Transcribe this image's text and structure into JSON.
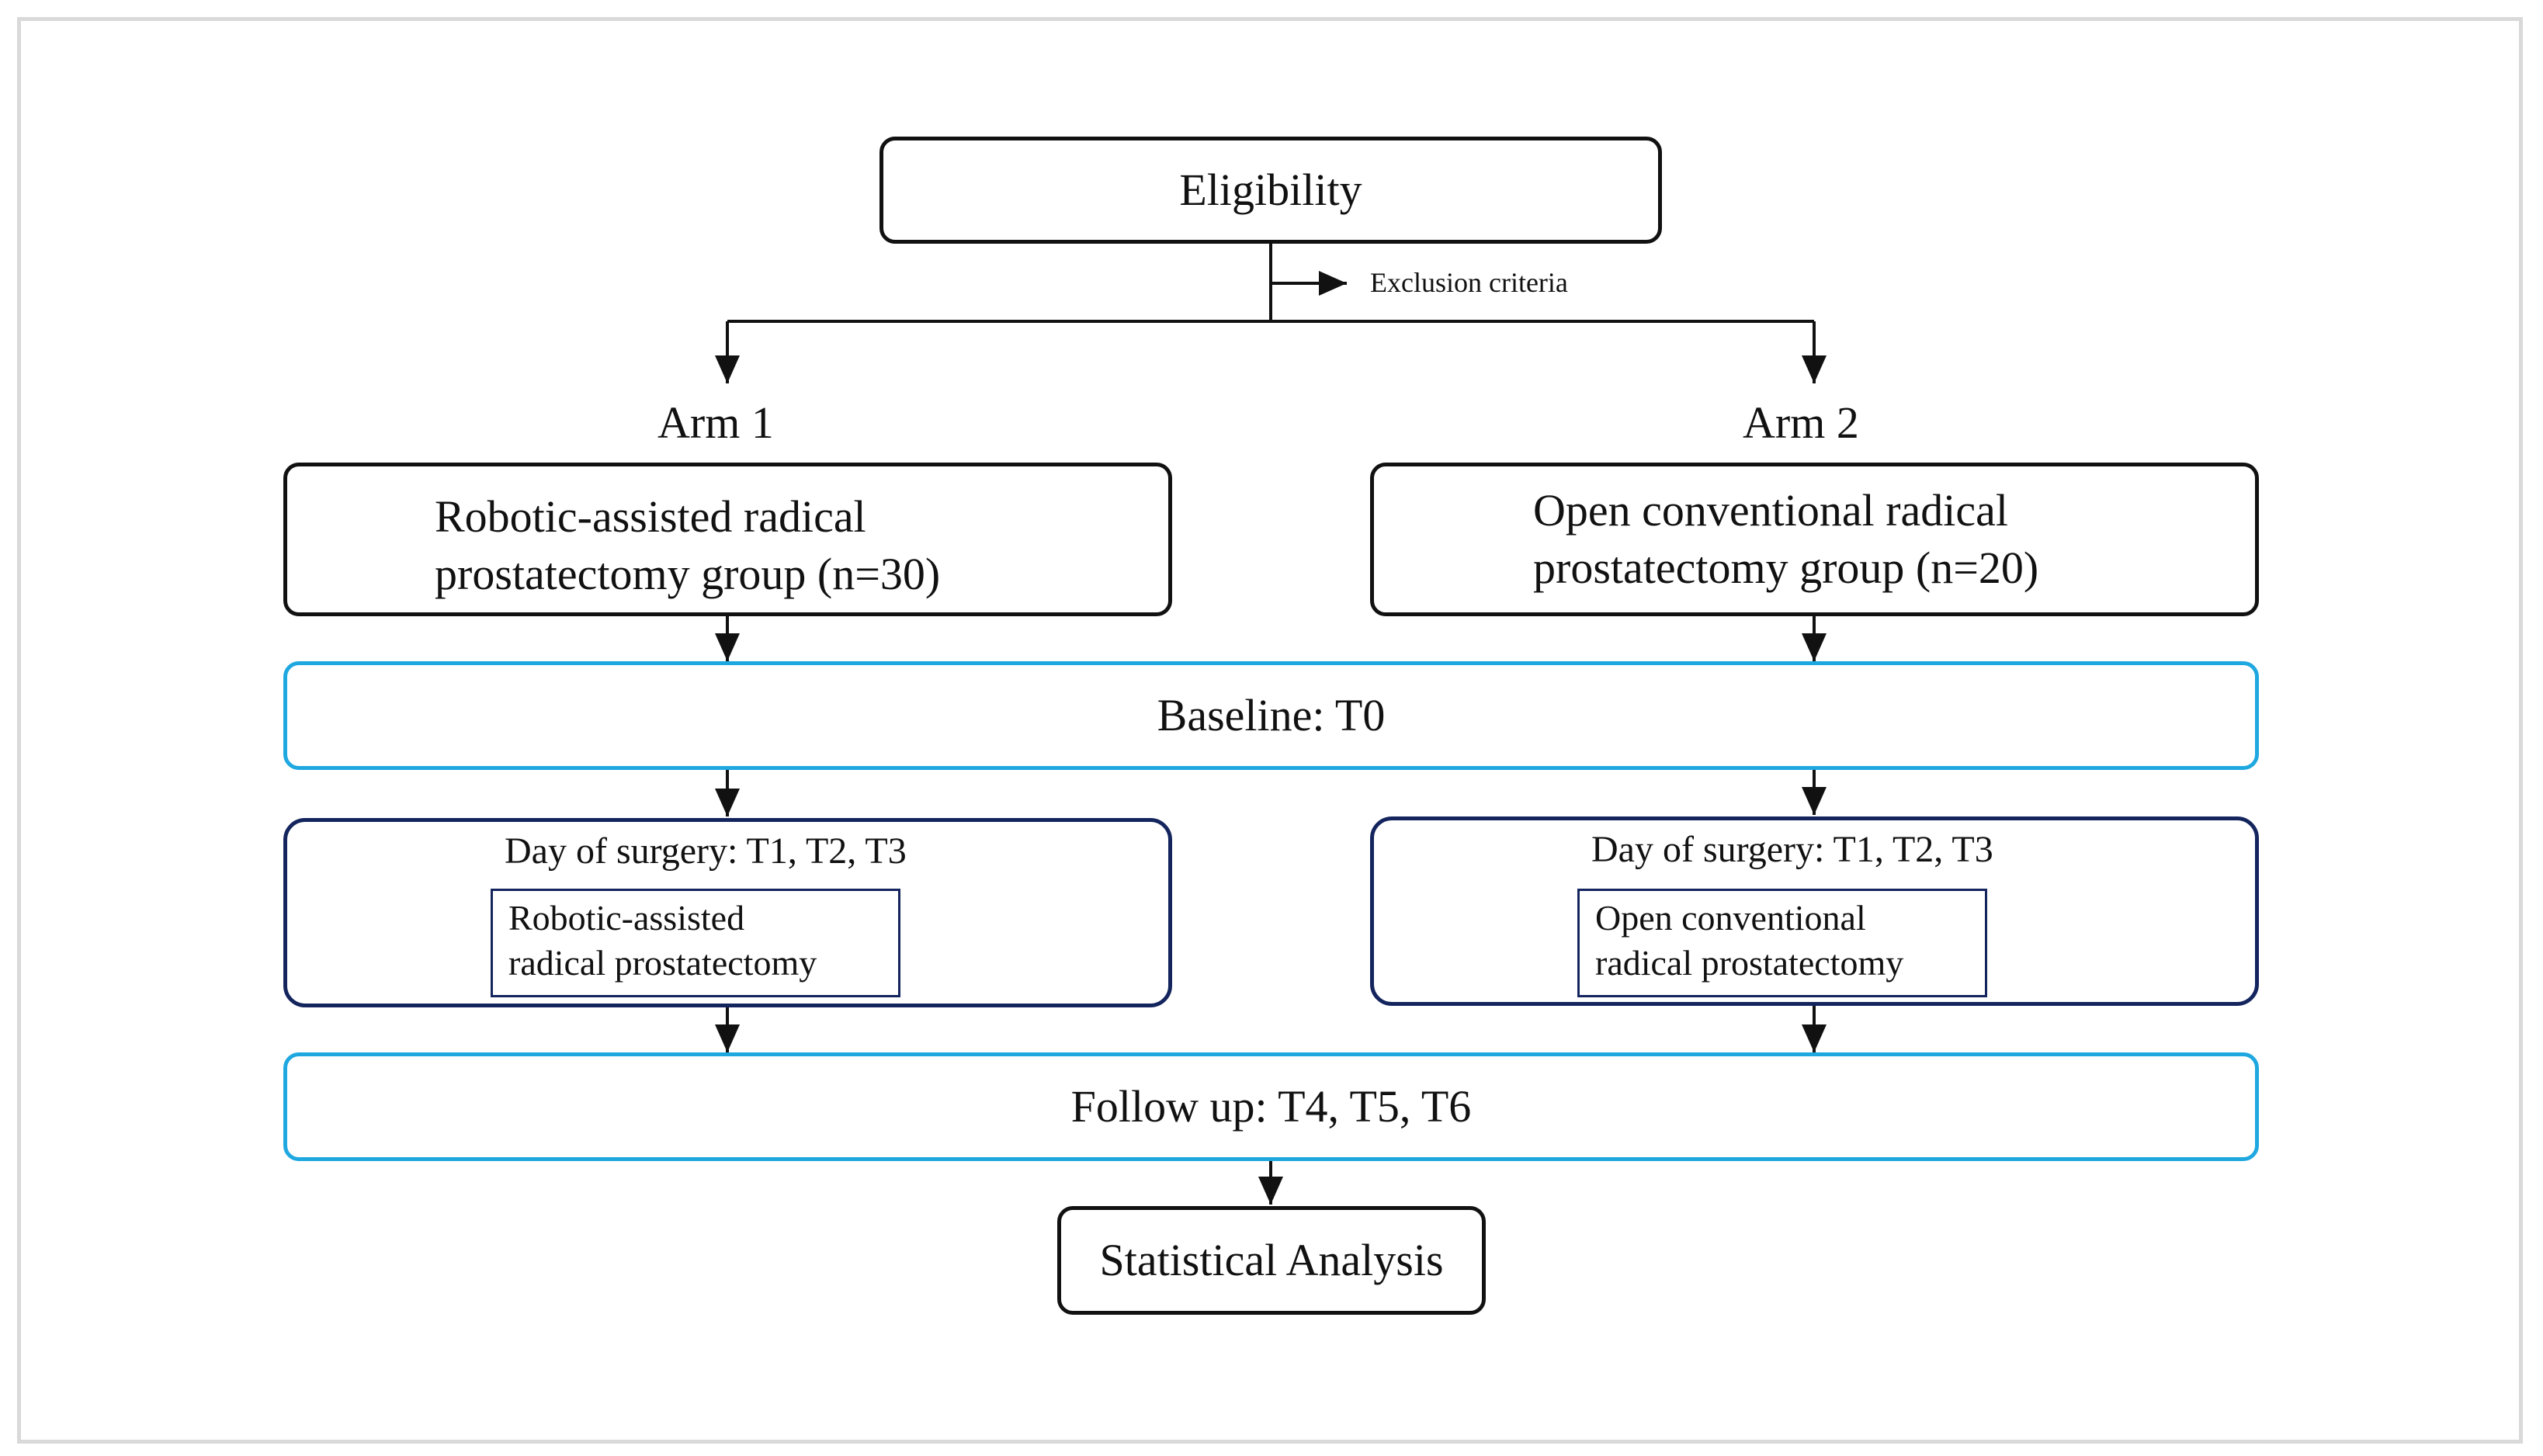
{
  "eligibility": {
    "label": "Eligibility"
  },
  "exclusion": {
    "label": "Exclusion criteria"
  },
  "arm1": {
    "title": "Arm 1",
    "group_line1": "Robotic-assisted radical",
    "group_line2": "prostatectomy group (n=30)",
    "surgery_day": "Day of surgery: T1, T2, T3",
    "procedure_line1": "Robotic-assisted",
    "procedure_line2": "radical prostatectomy"
  },
  "arm2": {
    "title": "Arm 2",
    "group_line1": "Open conventional radical",
    "group_line2": "prostatectomy group (n=20)",
    "surgery_day": "Day of surgery: T1, T2, T3",
    "procedure_line1": "Open conventional",
    "procedure_line2": "radical prostatectomy"
  },
  "baseline": {
    "label": "Baseline: T0"
  },
  "followup": {
    "label": "Follow up: T4, T5, T6"
  },
  "analysis": {
    "label": "Statistical Analysis"
  },
  "colors": {
    "black_border": "#111111",
    "light_blue_border": "#1fa8e0",
    "navy_border": "#14255e",
    "frame": "#d9d9d9"
  }
}
